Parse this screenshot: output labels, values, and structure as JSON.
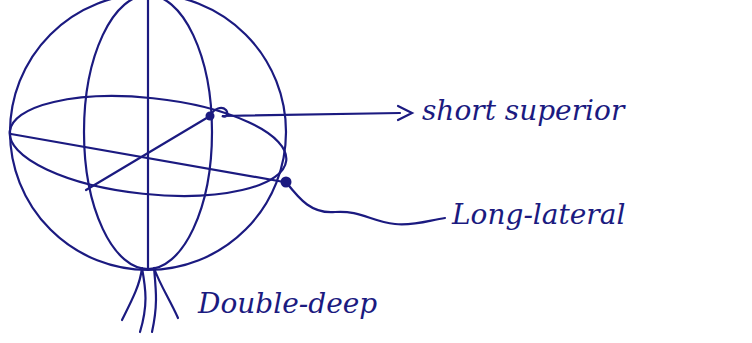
{
  "diagram": {
    "labels": [
      "short superior",
      "Long-lateral",
      "Double-deep"
    ]
  }
}
